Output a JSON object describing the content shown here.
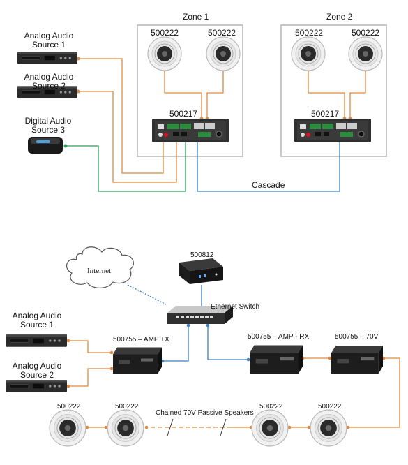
{
  "top": {
    "zone1": "Zone 1",
    "zone2": "Zone 2",
    "speaker_code": "500222",
    "receiver_code": "500217",
    "source1": [
      "Analog Audio",
      "Source 1"
    ],
    "source2": [
      "Analog Audio",
      "Source 2"
    ],
    "source3": [
      "Digital Audio",
      "Source 3"
    ],
    "cascade": "Cascade"
  },
  "bottom": {
    "internet": "Internet",
    "controller_code": "500812",
    "switch_label": "Ethernet Switch",
    "amp_tx": "500755 – AMP TX",
    "amp_rx": "500755 – AMP - RX",
    "amp_70v": "500755 – 70V",
    "source1": [
      "Analog Audio",
      "Source 1"
    ],
    "source2": [
      "Analog Audio",
      "Source 2"
    ],
    "speaker_code": "500222",
    "chain_label": "Chained 70V Passive Speakers"
  },
  "colors": {
    "analog_line": "#e28a3c",
    "digital_line": "#2e9e5b",
    "network_line": "#3a7fc1",
    "zone_border": "#c8c8c8"
  },
  "icons": {
    "speaker": "ceiling-speaker-icon",
    "receiver": "receiver-icon",
    "player": "media-player-icon",
    "cloud": "cloud-icon",
    "switch": "network-switch-icon",
    "amplifier": "amplifier-icon",
    "mini_pc": "mini-pc-icon"
  }
}
